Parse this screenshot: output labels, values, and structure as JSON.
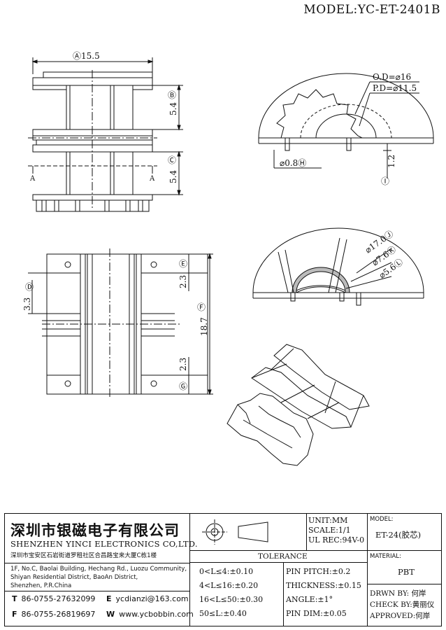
{
  "header": {
    "model": "MODEL:YC-ET-2401B"
  },
  "dims": {
    "a": "Ⓐ15.5",
    "b_val": "5.4",
    "b_tag": "Ⓑ",
    "c_val": "5.4",
    "c_tag": "Ⓒ",
    "section_a_left": "A",
    "section_a_right": "A",
    "od": "O.D=⌀16",
    "pd": "P.D=⌀11.5",
    "pin_dia": "⌀0.8Ⓗ",
    "i_val": "1.2",
    "i_tag": "Ⓘ",
    "d_val": "3.3",
    "d_tag": "Ⓓ",
    "e_val": "2.3",
    "e_tag": "Ⓔ",
    "f_val": "18.7",
    "f_tag": "Ⓕ",
    "g_val": "2.3",
    "g_tag": "Ⓖ",
    "j": "⌀17.0Ⓙ",
    "k": "⌀7.6Ⓚ",
    "l": "⌀5.6Ⓛ"
  },
  "company": {
    "cn_name": "深圳市银磁电子有限公司",
    "en_name": "SHENZHEN YINCI ELECTRONICS CO,LTD.",
    "addr_cn": "深圳市宝安区石岩街道罗租社区合昌路宝来大厦C栋1楼",
    "addr_en1": "1F, No.C, Baolai Building, Hechang Rd., Luozu Community,",
    "addr_en2": "Shiyan Residential District, BaoAn District,",
    "addr_en3": "Shenzhen, P.R.China",
    "tel_label": "T",
    "tel": "86-0755-27632099",
    "fax_label": "F",
    "fax": "86-0755-26819697",
    "email_label": "E",
    "email": "ycdianzi@163.com",
    "web_label": "W",
    "web": "www.ycbobbin.com"
  },
  "specs": {
    "unit": "UNIT:MM",
    "scale": "SCALE:1/1",
    "ul": "UL REC:94V-0",
    "model_label": "MODEL:",
    "model_val": "ET-24(胶芯)",
    "material_label": "MATERIAL:",
    "material_val": "PBT"
  },
  "tolerance": {
    "title": "TOLERANCE",
    "rows": [
      "0<L≤4:±0.10",
      "4<L≤16:±0.20",
      "16<L≤50:±0.30",
      "50≤L:±0.40"
    ],
    "rows2": [
      "PIN PITCH:±0.2",
      "THICKNESS:±0.15",
      "ANGLE:±1°",
      "PIN DIM:±0.05"
    ]
  },
  "approval": {
    "drawn": "DRWN BY: 何岸",
    "check": "CHECK BY:黄丽仪",
    "approved": "APPROVED:何岸"
  }
}
